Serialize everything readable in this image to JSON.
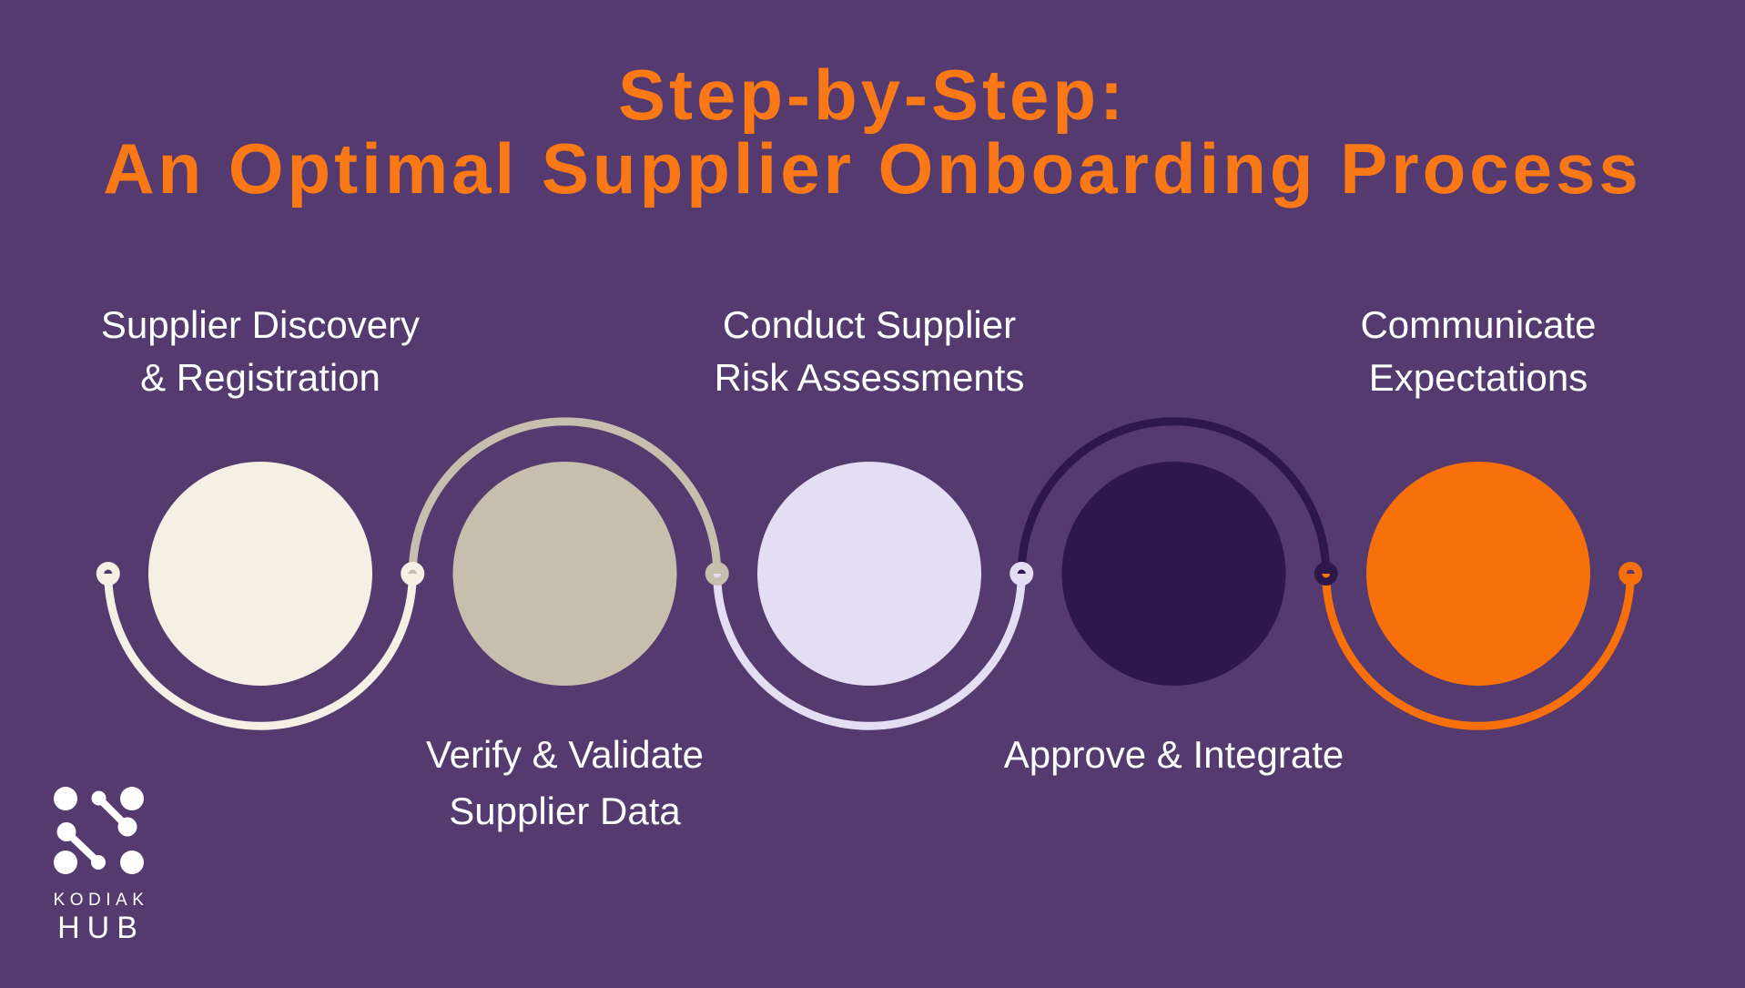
{
  "title": {
    "line1": "Step-by-Step:",
    "line2": "An Optimal Supplier Onboarding Process"
  },
  "colors": {
    "background": "#543A6E",
    "title_orange": "#FA7815",
    "label_text": "#FFFFFF",
    "logo_white": "#FFFFFF"
  },
  "steps": [
    {
      "label_lines": [
        "Supplier Discovery",
        "& Registration"
      ],
      "label_position": "top",
      "arc_side": "under",
      "color": "#F5F0E3"
    },
    {
      "label_lines": [
        "Verify & Validate",
        "Supplier Data"
      ],
      "label_position": "bottom",
      "arc_side": "over",
      "color": "#C8BEAD"
    },
    {
      "label_lines": [
        "Conduct Supplier",
        "Risk Assessments"
      ],
      "label_position": "top",
      "arc_side": "under",
      "color": "#E3DEF3"
    },
    {
      "label_lines": [
        "Approve & Integrate"
      ],
      "label_position": "bottom",
      "arc_side": "over",
      "color": "#2D174B"
    },
    {
      "label_lines": [
        "Communicate",
        "Expectations"
      ],
      "label_position": "top",
      "arc_side": "under",
      "color": "#F8700A"
    }
  ],
  "node_ring_colors": [
    "#F5F0E3",
    "#F5F0E3",
    "#C8BEAD",
    "#E3DEF3",
    "#2D174B",
    "#F8700A"
  ],
  "logo": {
    "brand_line1": "KODIAK",
    "brand_line2": "HUB"
  }
}
